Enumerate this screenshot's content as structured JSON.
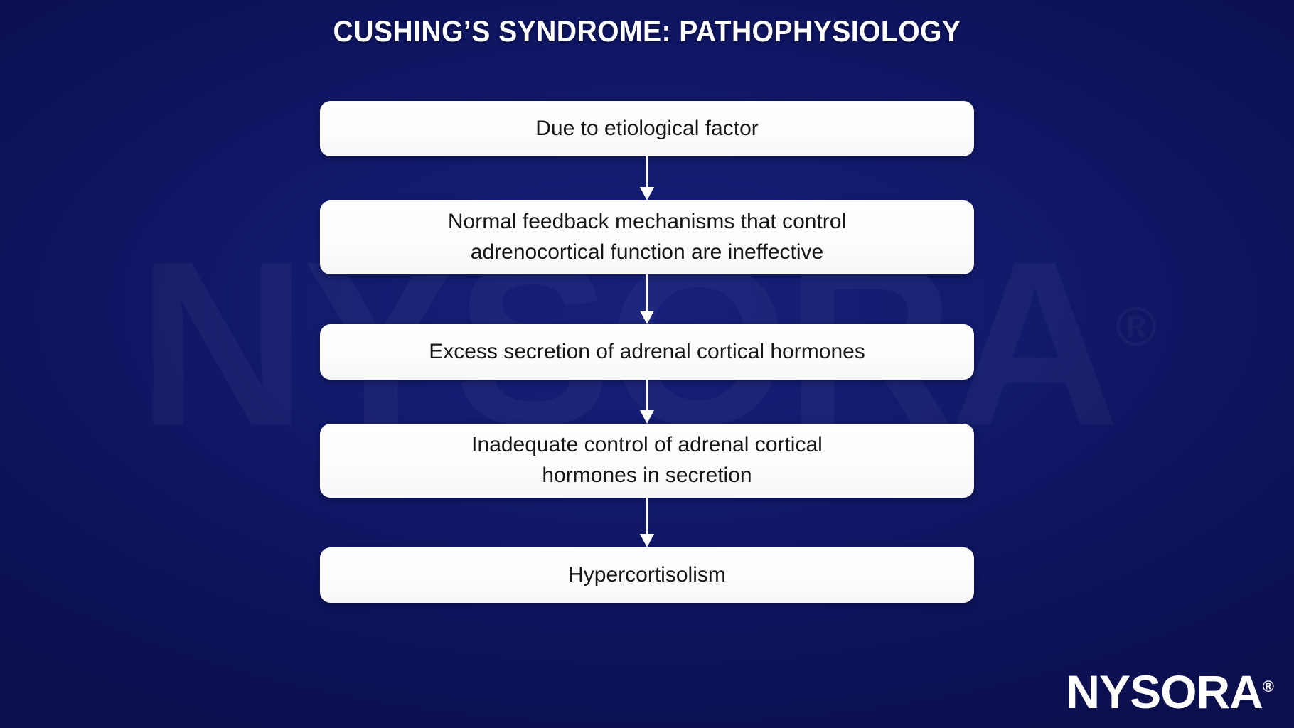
{
  "slide": {
    "title": "CUSHING’S SYNDROME: PATHOPHYSIOLOGY",
    "background_color": "#0d1156",
    "accent_color": "#ffffff",
    "watermark_text": "NYSORA",
    "watermark_registered_mark": "®"
  },
  "flowchart": {
    "orientation": "vertical",
    "node_fill_color": "#ffffff",
    "node_text_color": "#161616",
    "arrow_color": "#ffffff",
    "nodes": [
      {
        "id": "node-1",
        "text": "Due to etiological factor",
        "lines": 1
      },
      {
        "id": "node-2",
        "text": "Normal feedback mechanisms that control\nadrenocortical function are ineffective",
        "lines": 2
      },
      {
        "id": "node-3",
        "text": "Excess secretion of adrenal cortical hormones",
        "lines": 1
      },
      {
        "id": "node-4",
        "text": "Inadequate control of adrenal cortical\nhormones in secretion",
        "lines": 2
      },
      {
        "id": "node-5",
        "text": "Hypercortisolism",
        "lines": 1
      }
    ],
    "connectors": [
      {
        "id": "arrow-1",
        "from": "node-1",
        "to": "node-2"
      },
      {
        "id": "arrow-2",
        "from": "node-2",
        "to": "node-3"
      },
      {
        "id": "arrow-3",
        "from": "node-3",
        "to": "node-4"
      },
      {
        "id": "arrow-4",
        "from": "node-4",
        "to": "node-5"
      }
    ]
  },
  "logo": {
    "text": "NYSORA",
    "registered_mark": "®"
  }
}
